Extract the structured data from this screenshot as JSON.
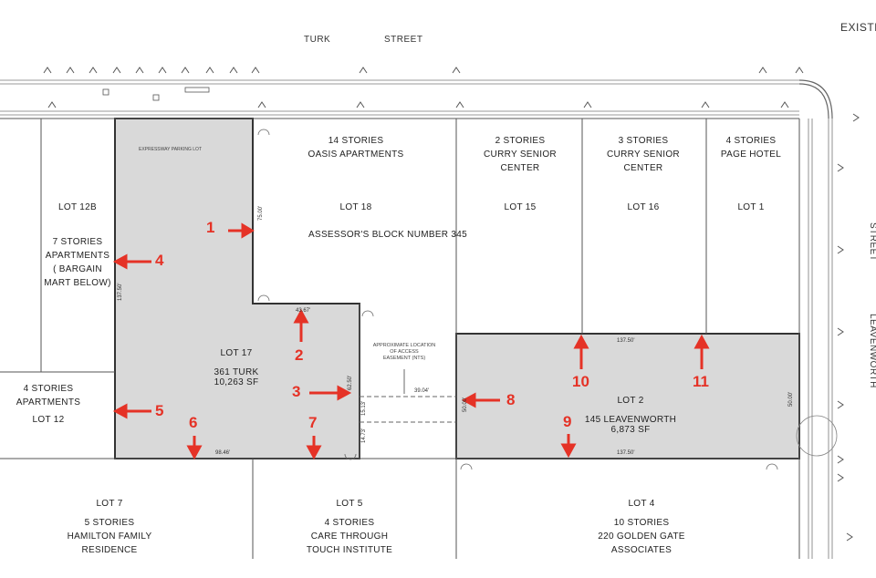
{
  "header": {
    "existing": "EXISTI",
    "street_top_1": "TURK",
    "street_top_2": "STREET",
    "street_right_1": "LEAVENWORTH",
    "street_right_2": "STREET"
  },
  "lots": {
    "lot12b": {
      "lot": "LOT   12B",
      "desc": [
        "7 STORIES",
        "APARTMENTS",
        "( BARGAIN",
        "MART BELOW)"
      ]
    },
    "lot18": {
      "desc": [
        "14 STORIES",
        "OASIS APARTMENTS"
      ],
      "lot": "LOT   18",
      "assessor": "ASSESSOR'S   BLOCK   NUMBER   345"
    },
    "lot15": {
      "desc": [
        "2 STORIES",
        "CURRY SENIOR",
        "CENTER"
      ],
      "lot": "LOT   15"
    },
    "lot16": {
      "desc": [
        "3 STORIES",
        "CURRY SENIOR",
        "CENTER"
      ],
      "lot": "LOT   16"
    },
    "lot1": {
      "desc": [
        "4 STORIES",
        "PAGE HOTEL"
      ],
      "lot": "LOT   1"
    },
    "lot17": {
      "lot": "LOT   17",
      "addr": "361 TURK",
      "area": "10,263 SF"
    },
    "lot12": {
      "desc": [
        "4 STORIES",
        "APARTMENTS"
      ],
      "lot": "LOT   12"
    },
    "lot2": {
      "lot": "LOT   2",
      "addr": "145 LEAVENWORTH",
      "area": "6,873 SF"
    },
    "lot7": {
      "lot": "LOT   7",
      "desc": [
        "5 STORIES",
        "HAMILTON FAMILY",
        "RESIDENCE"
      ]
    },
    "lot5": {
      "lot": "LOT   5",
      "desc": [
        "4 STORIES",
        "CARE THROUGH",
        "TOUCH INSTITUTE"
      ]
    },
    "lot4": {
      "lot": "LOT   4",
      "desc": [
        "10 STORIES",
        "220 GOLDEN GATE",
        "ASSOCIATES"
      ]
    }
  },
  "dimensions": {
    "d1": "75.00'",
    "d2": "43.67'",
    "d3": "62.50'",
    "d4": "137.50'",
    "d5": "98.46'",
    "d6": "39.04'",
    "d7": "50.00'",
    "d8": "137.50'",
    "d9": "137.50'",
    "d10": "50.00'",
    "d11": "15.13'",
    "d12": "14.73'"
  },
  "easement_note": [
    "APPROXIMATE LOCATION",
    "OF ACCESS",
    "EASEMENT (NTS)"
  ],
  "parking_note": "EXPRESSWAY PARKING LOT",
  "markers": [
    "1",
    "2",
    "3",
    "4",
    "5",
    "6",
    "7",
    "8",
    "9",
    "10",
    "11"
  ],
  "colors": {
    "highlight": "#d9d9d9",
    "marker": "#e53226",
    "line": "#333333"
  }
}
